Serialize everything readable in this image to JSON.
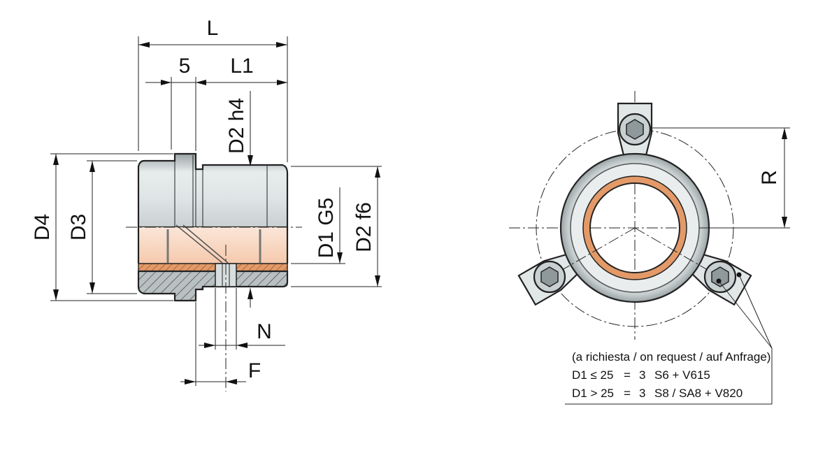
{
  "colors": {
    "steel_light": "#e4e9ea",
    "steel_dark": "#8f999b",
    "copper": "#e39a68",
    "copper_light": "#fbe3d4",
    "section_gray": "#b9c0c2",
    "line": "#222222"
  },
  "side_view": {
    "labels": {
      "L": "L",
      "five": "5",
      "L1": "L1",
      "D2h4": "D2 h4",
      "D4": "D4",
      "D3": "D3",
      "D1G5": "D1 G5",
      "D2f6": "D2 f6",
      "N": "N",
      "F": "F"
    }
  },
  "front_view": {
    "labels": {
      "R": "R"
    },
    "note": {
      "line1": "(a richiesta / on request / auf Anfrage)",
      "row1": {
        "d1": "D1 ≤ 25",
        "eq": "=",
        "qty": "3",
        "spec": "S6 + V615"
      },
      "row2": {
        "d1": "D1 > 25",
        "eq": "=",
        "qty": "3",
        "spec": "S8 / SA8 + V820"
      }
    }
  }
}
